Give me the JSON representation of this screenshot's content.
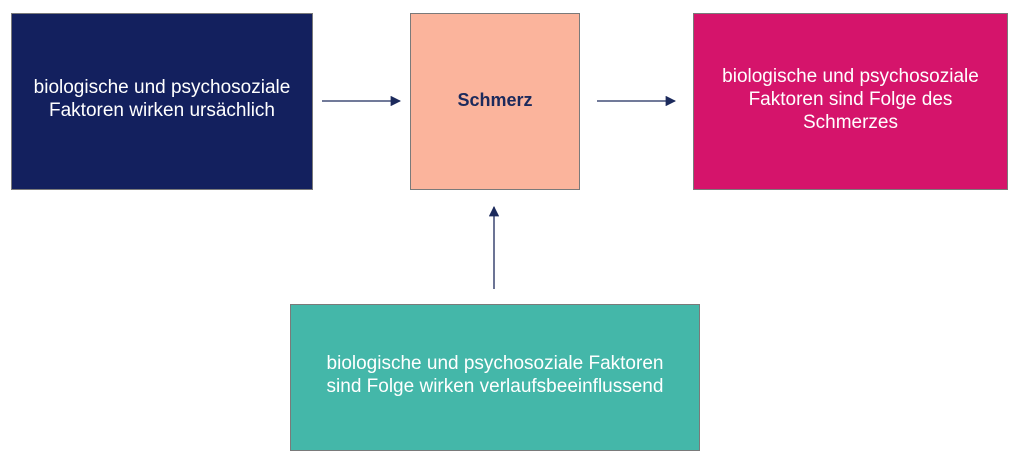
{
  "diagram": {
    "nodes": {
      "causal": {
        "label": "biologische und psychosoziale\nFaktoren wirken ursächlich",
        "fill": "#13205e"
      },
      "pain": {
        "label": "Schmerz",
        "fill": "#fbb49c",
        "text_color": "#1c2a5c"
      },
      "consequence": {
        "label": "biologische und psychosoziale\nFaktoren sind Folge des\nSchmerzes",
        "fill": "#d5146b"
      },
      "course": {
        "label": "biologische und psychosoziale Faktoren\nsind Folge wirken verlaufsbeeinflussend",
        "fill": "#44b7a9"
      }
    },
    "edges": [
      {
        "from": "causal",
        "to": "pain"
      },
      {
        "from": "pain",
        "to": "consequence"
      },
      {
        "from": "course",
        "to": "pain"
      }
    ],
    "arrow_color": "#1c2a5c"
  }
}
